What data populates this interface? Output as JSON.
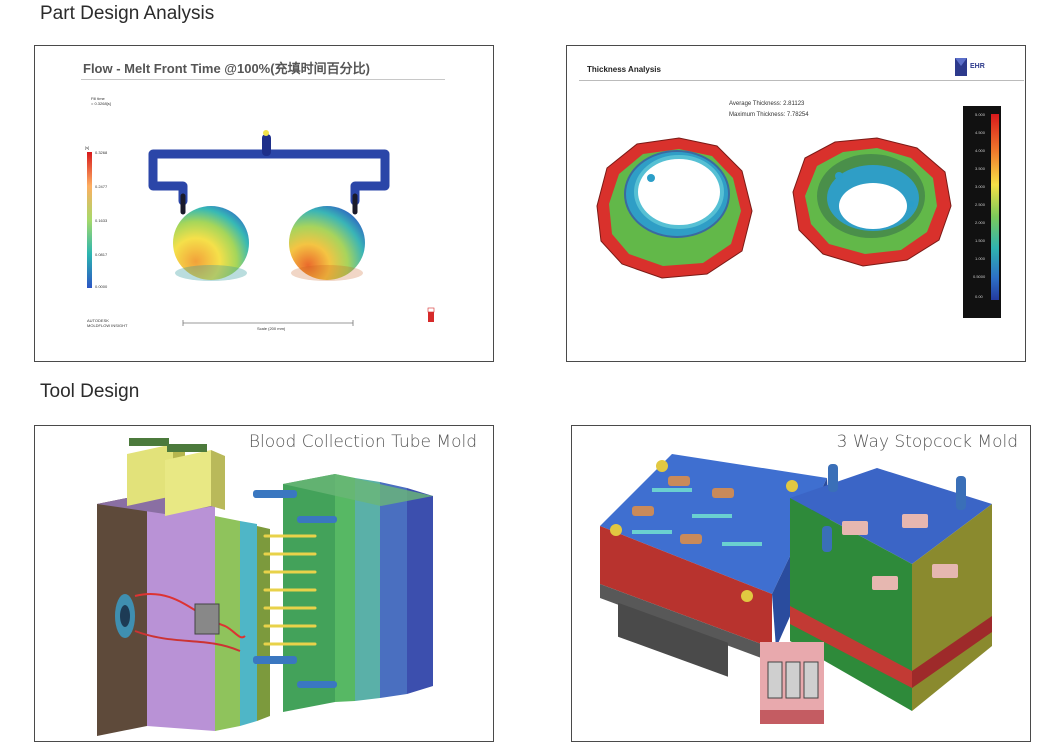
{
  "sections": {
    "part_design": "Part Design Analysis",
    "tool_design": "Tool Design"
  },
  "flow_panel": {
    "title": "Flow  - Melt Front Time @100%(充填时间百分比)",
    "legend_values": [
      "0.3268",
      "0.2477",
      "0.1633",
      "0.0817",
      "0.0000"
    ],
    "fill_label": "Fill time",
    "fill_value": "= 0.3268[s]",
    "unit": "[s]",
    "scale_label": "Scale (200 mm)",
    "footer_line1": "AUTODESK",
    "footer_line2": "MOLDFLOW INSIGHT"
  },
  "thickness_panel": {
    "title": "Thickness Analysis",
    "avg_thickness": "Average Thickness: 2.81123",
    "max_thickness": "Maximum Thickness: 7.78254",
    "logo_text": "EHR",
    "legend_values": [
      "5.000",
      "4.500",
      "4.000",
      "3.500",
      "3.000",
      "2.500",
      "2.000",
      "1.500",
      "1.000",
      "0.5000",
      "0.00"
    ],
    "colors": {
      "red": "#d92b2b",
      "green": "#5cb847",
      "blue": "#2f6fc4"
    }
  },
  "blood_panel": {
    "title": "Blood Collection Tube Mold"
  },
  "stopcock_panel": {
    "title": "3 Way Stopcock Mold"
  }
}
